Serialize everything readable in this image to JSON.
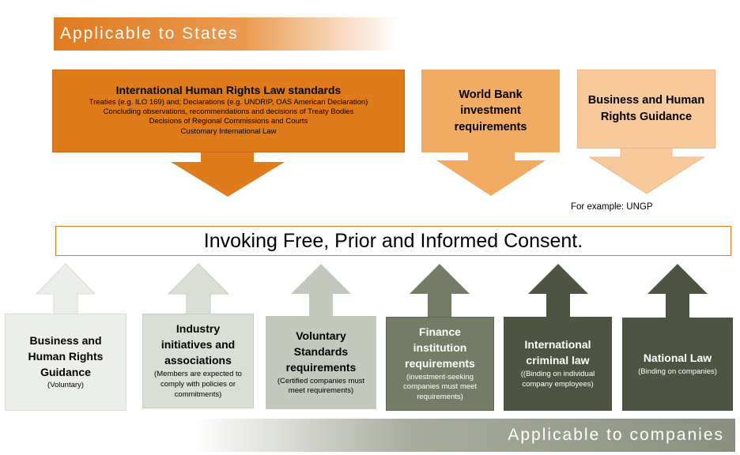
{
  "banners": {
    "top": "Applicable to States",
    "bottom": "Applicable to companies"
  },
  "top_boxes": {
    "ihrl": {
      "title": "International Human Rights Law standards",
      "lines": [
        "Treaties (e.g. ILO 169) and; Declarations (e.g. UNDRIP, OAS American Declaration)",
        "Concluding observations, recommendations and decisions of Treaty Bodies",
        "Decisions of Regional Commissions and Courts",
        "Customary International Law"
      ]
    },
    "world_bank": {
      "lines": [
        "World Bank",
        "investment",
        "requirements"
      ]
    },
    "bhr_guidance": {
      "lines": [
        "Business and Human",
        "Rights Guidance"
      ],
      "note": "For example: UNGP"
    }
  },
  "center_bar": "Invoking Free, Prior and Informed Consent.",
  "bottom_boxes": [
    {
      "title_lines": [
        "Business and",
        "Human Rights",
        "Guidance"
      ],
      "sub_lines": [
        "(Voluntary)"
      ]
    },
    {
      "title_lines": [
        "Industry",
        "initiatives and",
        "associations"
      ],
      "sub_lines": [
        "(Members are expected to",
        "comply with policies or",
        "commitments)"
      ]
    },
    {
      "title_lines": [
        "Voluntary",
        "Standards",
        "requirements"
      ],
      "sub_lines": [
        "(Certified companies must",
        "meet  requirements)"
      ]
    },
    {
      "title_lines": [
        "Finance",
        "institution",
        "requirements"
      ],
      "sub_lines": [
        "(investment-seeking",
        "companies must meet",
        "requirements)"
      ]
    },
    {
      "title_lines": [
        "International",
        "criminal law"
      ],
      "sub_lines": [
        "((Binding on individual",
        "company employees)"
      ]
    },
    {
      "title_lines": [
        "National Law"
      ],
      "sub_lines": [
        "(Binding on companies)"
      ]
    }
  ],
  "colors": {
    "orange_dark": "#e07b1b",
    "orange_mid": "#f2ab62",
    "orange_light": "#f8c99b",
    "green_lightest": "#ecefe9",
    "green_light": "#dadfd6",
    "green_mid": "#c4c9bd",
    "green_dark": "#757c66",
    "green_darkest": "#4d5542"
  }
}
